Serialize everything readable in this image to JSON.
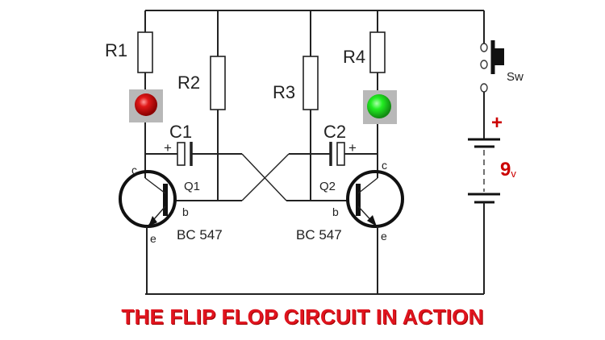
{
  "diagram": {
    "title": "THE FLIP FLOP CIRCUIT IN ACTION",
    "colors": {
      "title": "#e0141e",
      "led_left": "#d01010",
      "led_right": "#22ee22",
      "battery_label": "#cc0000"
    },
    "resistors": [
      {
        "id": "R1",
        "label": "R1"
      },
      {
        "id": "R2",
        "label": "R2"
      },
      {
        "id": "R3",
        "label": "R3"
      },
      {
        "id": "R4",
        "label": "R4"
      }
    ],
    "capacitors": [
      {
        "id": "C1",
        "label": "C1",
        "polarity": "+"
      },
      {
        "id": "C2",
        "label": "C2",
        "polarity": "+"
      }
    ],
    "transistors": [
      {
        "id": "Q1",
        "label": "Q1",
        "part": "BC 547",
        "pins": {
          "c": "c",
          "b": "b",
          "e": "e"
        }
      },
      {
        "id": "Q2",
        "label": "Q2",
        "part": "BC 547",
        "pins": {
          "c": "c",
          "b": "b",
          "e": "e"
        }
      }
    ],
    "leds": [
      {
        "id": "LED1",
        "color": "red",
        "state": "on"
      },
      {
        "id": "LED2",
        "color": "green",
        "state": "on"
      }
    ],
    "switch": {
      "label": "Sw"
    },
    "battery": {
      "polarity": "+",
      "voltage": "9",
      "unit": "v"
    }
  }
}
